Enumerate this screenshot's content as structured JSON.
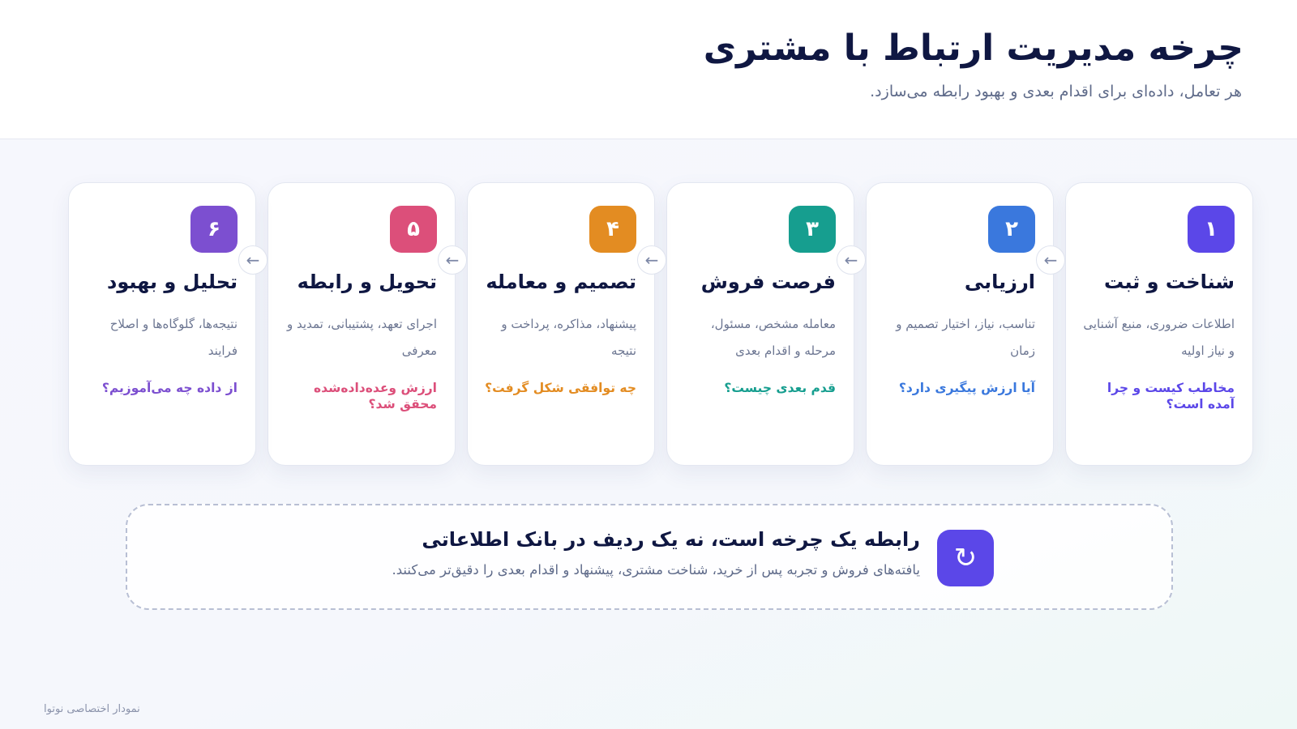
{
  "header": {
    "title": "چرخه مدیریت ارتباط با مشتری",
    "subtitle": "هر تعامل، داده‌ای برای اقدام بعدی و بهبود رابطه می‌سازد."
  },
  "steps": [
    {
      "number": "۱",
      "title": "شناخت و ثبت",
      "description": "اطلاعات ضروری، منبع آشنایی و نیاز اولیه",
      "question": "مخاطب کیست و چرا آمده است؟",
      "color": "#5b47e8"
    },
    {
      "number": "۲",
      "title": "ارزیابی",
      "description": "تناسب، نیاز، اختیار تصمیم و زمان",
      "question": "آیا ارزش پیگیری دارد؟",
      "color": "#3a78dd"
    },
    {
      "number": "۳",
      "title": "فرصت فروش",
      "description": "معامله مشخص، مسئول، مرحله و اقدام بعدی",
      "question": "قدم بعدی چیست؟",
      "color": "#169e8f"
    },
    {
      "number": "۴",
      "title": "تصمیم و معامله",
      "description": "پیشنهاد، مذاکره، پرداخت و نتیجه",
      "question": "چه توافقی شکل گرفت؟",
      "color": "#e38c22"
    },
    {
      "number": "۵",
      "title": "تحویل و رابطه",
      "description": "اجرای تعهد، پشتیبانی، تمدید و معرفی",
      "question": "ارزش وعده‌داده‌شده محقق شد؟",
      "color": "#dc4f7a"
    },
    {
      "number": "۶",
      "title": "تحلیل و بهبود",
      "description": "نتیجه‌ها، گلوگاه‌ها و اصلاح فرایند",
      "question": "از داده چه می‌آموزیم؟",
      "color": "#7c4fd0"
    }
  ],
  "flow_arrow": "←",
  "summary": {
    "icon": "cycle-icon",
    "icon_glyph": "↻",
    "title": "رابطه یک چرخه است، نه یک ردیف در بانک اطلاعاتی",
    "text": "یافته‌های فروش و تجربه پس از خرید، شناخت مشتری، پیشنهاد و اقدام بعدی را دقیق‌تر می‌کنند."
  },
  "footer": "نمودار اختصاصی نوتوا"
}
